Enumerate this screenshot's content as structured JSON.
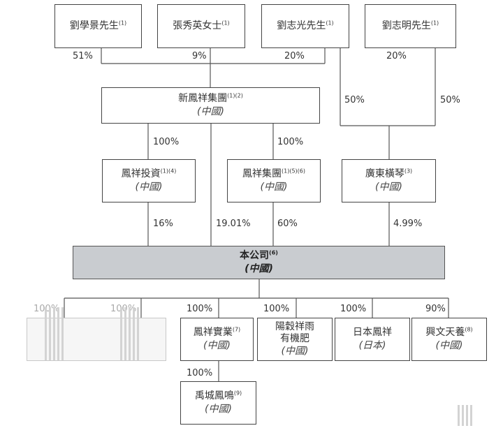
{
  "shareholders": [
    {
      "name": "劉學景先生",
      "note": "(1)"
    },
    {
      "name": "張秀英女士",
      "note": "(1)"
    },
    {
      "name": "劉志光先生",
      "note": "(1)"
    },
    {
      "name": "劉志明先生",
      "note": "(1)"
    }
  ],
  "entities": {
    "xinfenghuang": {
      "name": "新鳳祥集團",
      "note": "(1)(2)",
      "loc": "(中國)"
    },
    "touzi": {
      "name": "鳳祥投資",
      "note": "(1)(4)",
      "loc": "(中國)"
    },
    "jituan": {
      "name": "鳳祥集團",
      "note": "(1)(5)(6)",
      "loc": "(中國)"
    },
    "hengqin": {
      "name": "廣東橫琴",
      "note": "(3)",
      "loc": "(中國)"
    },
    "company": {
      "name": "本公司",
      "note": "(6)",
      "loc": "(中國)"
    },
    "shiye": {
      "name": "鳳祥實業",
      "note": "(7)",
      "loc": "(中國)"
    },
    "yanggu_line1": "陽穀祥雨",
    "yanggu_line2": "有機肥",
    "yanggu_loc": "(中國)",
    "japan": {
      "name": "日本鳳祥",
      "loc": "(日本)"
    },
    "xingwen": {
      "name": "興文天養",
      "note": "(8)",
      "loc": "(中國)"
    },
    "yucheng": {
      "name": "禹城鳳鳴",
      "note": "(9)",
      "loc": "(中國)"
    }
  },
  "percentages": {
    "s1": "51%",
    "s2": "9%",
    "s3": "20%",
    "s4": "20%",
    "lzg_hq": "50%",
    "lzm_hq": "50%",
    "xf_touzi": "100%",
    "xf_jituan": "100%",
    "touzi_co": "16%",
    "xf_co": "19.01%",
    "jituan_co": "60%",
    "hq_co": "4.99%",
    "sub1": "100%",
    "sub2": "100%",
    "sub3": "100%",
    "sub4": "100%",
    "sub5": "100%",
    "sub6": "90%",
    "shiye_yucheng": "100%"
  },
  "colors": {
    "line": "#555555",
    "company_fill": "#c9ccd0"
  }
}
